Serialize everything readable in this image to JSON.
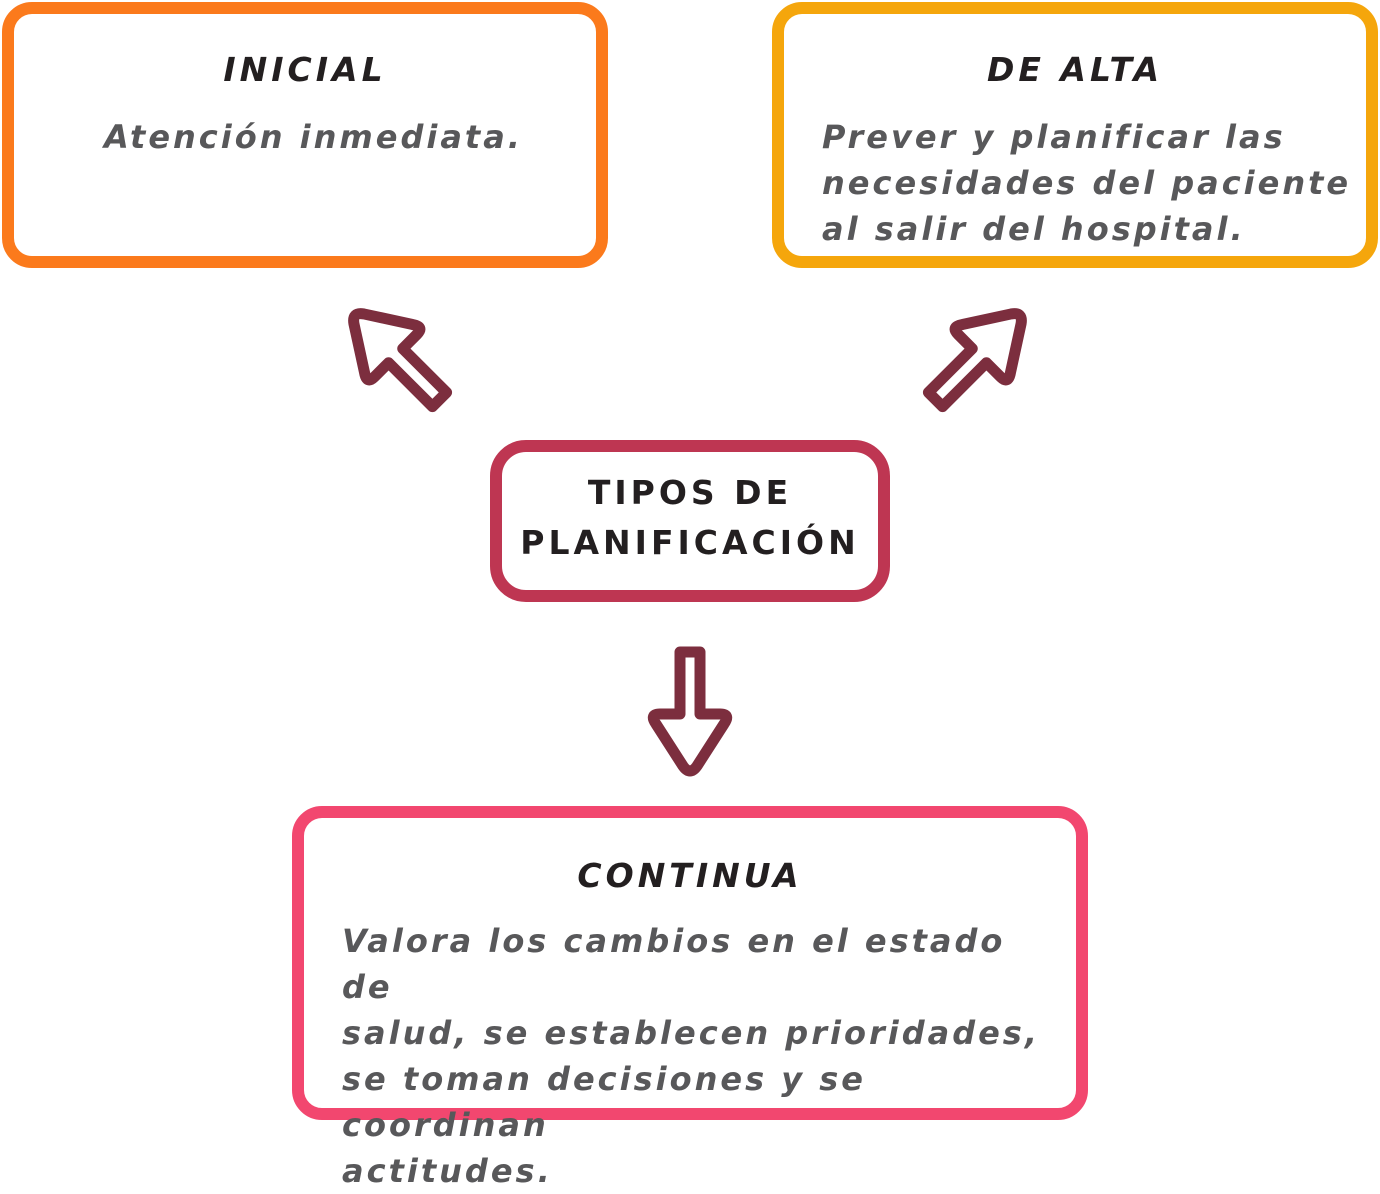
{
  "colors": {
    "inicial_border": "#fb7a1c",
    "alta_border": "#f5a60c",
    "center_border": "#be3652",
    "continua_border": "#f2476f",
    "arrow_stroke": "#7c2e3e"
  },
  "boxes": {
    "inicial": {
      "title": "INICIAL",
      "text": "Atención inmediata."
    },
    "alta": {
      "title": "DE ALTA",
      "lines": [
        "Prever y planificar las",
        "necesidades del paciente",
        "al salir del hospital."
      ]
    },
    "center": {
      "lines": [
        "TIPOS DE",
        "PLANIFICACIÓN"
      ]
    },
    "continua": {
      "title": "CONTINUA",
      "lines": [
        "Valora los cambios en el estado de",
        "salud,  se  establecen  prioridades,",
        "se toman decisiones y se coordinan",
        "actitudes."
      ]
    }
  }
}
